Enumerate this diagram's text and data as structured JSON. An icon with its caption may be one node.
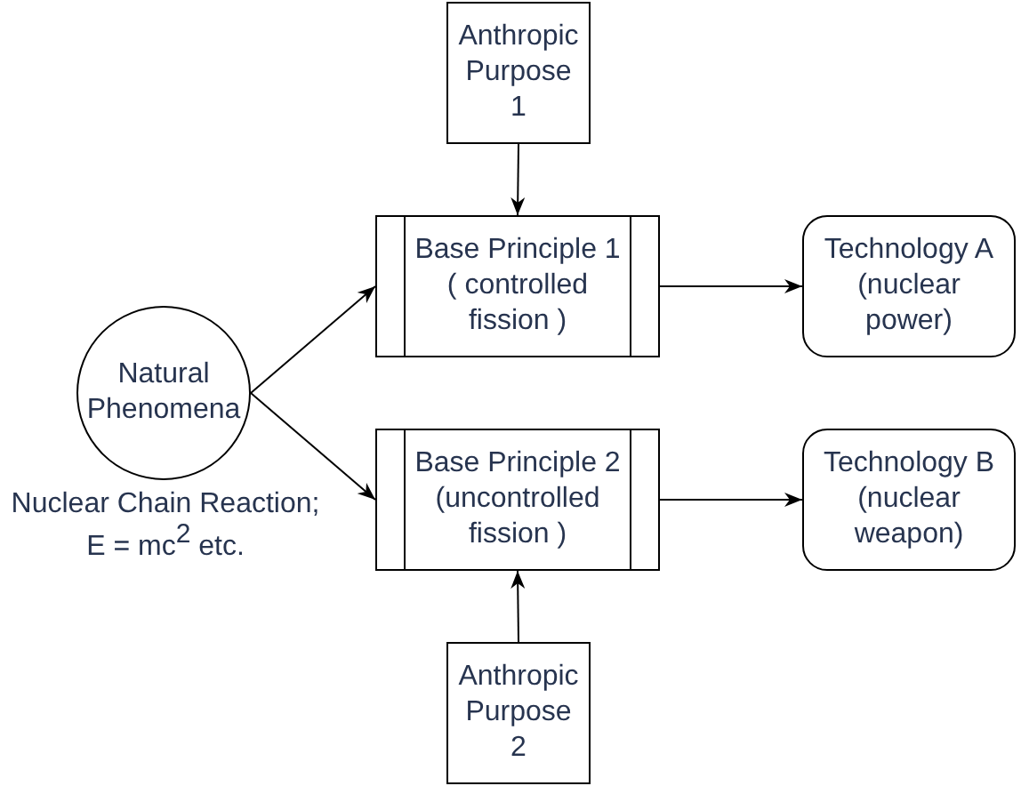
{
  "diagram": {
    "nodes": [
      {
        "text": [
          "Anthropic Purpose 1"
        ]
      },
      {
        "text": [
          "Natural Phenomena"
        ],
        "beside": [
          "Nuclear Chain Reaction; E = mc$^{2}$ etc."
        ]
      },
      {
        "text": [
          "Base Principle 1 ( controlled fission )"
        ]
      },
      {
        "text": [
          "Technology A (nuclear power)"
        ]
      },
      {
        "text": [
          "Base Principle 2 (uncontrolled fission )"
        ]
      },
      {
        "text": [
          "Technology B (nuclear weapon)"
        ]
      },
      {
        "text": [
          "Anthropic Purpose 2"
        ]
      }
    ],
    "edges": [
      {
        "from": 0,
        "to": 2,
        "arrow": "to"
      },
      {
        "from": 1,
        "to": 2,
        "arrow": "to"
      },
      {
        "from": 1,
        "to": 4,
        "arrow": "to"
      },
      {
        "from": 2,
        "to": 3,
        "arrow": "to"
      },
      {
        "from": 4,
        "to": 5,
        "arrow": "to"
      },
      {
        "from": 6,
        "to": 4,
        "arrow": "to"
      }
    ]
  }
}
